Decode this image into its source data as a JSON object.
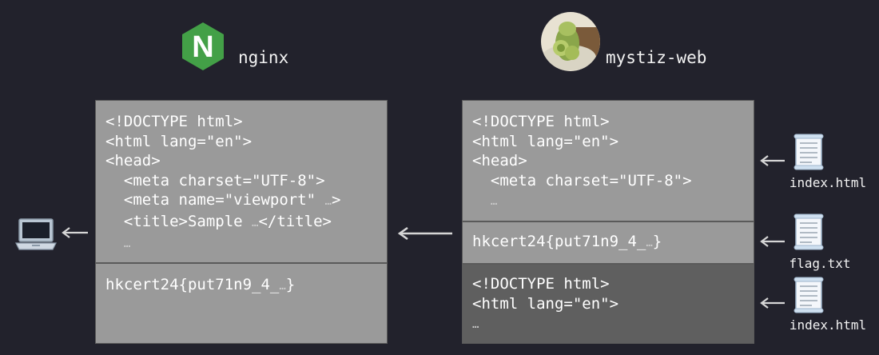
{
  "nginx": {
    "name": "nginx",
    "logo_letter": "N",
    "logo_color": "#43a047",
    "response": {
      "html_lines": [
        "<!DOCTYPE html>",
        "<html lang=\"en\">",
        "<head>",
        "  <meta charset=\"UTF-8\">",
        "  <meta name=\"viewport\" ",
        "  <title>Sample ",
        "</title>",
        "  "
      ],
      "flag": "hkcert24{put71n9_4_",
      "flag_close": "}"
    }
  },
  "backend": {
    "name": "mystiz-web",
    "files": [
      {
        "name": "index.html",
        "lines": [
          "<!DOCTYPE html>",
          "<html lang=\"en\">",
          "<head>",
          "  <meta charset=\"UTF-8\">"
        ]
      },
      {
        "name": "flag.txt",
        "content": "hkcert24{put71n9_4_",
        "close": "}"
      },
      {
        "name": "index.html",
        "lines": [
          "<!DOCTYPE html>",
          "<html lang=\"en\">"
        ]
      }
    ]
  },
  "ellipsis": "…",
  "client": {
    "icon": "laptop-icon"
  }
}
